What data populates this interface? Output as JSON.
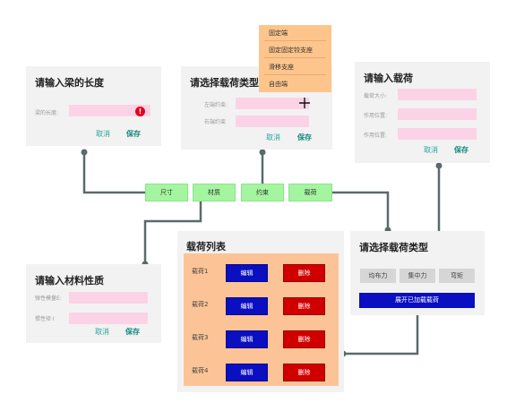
{
  "beam_length": {
    "title": "请输入梁的长度",
    "label": "梁的长度:",
    "error_mark": "!",
    "cancel": "取消",
    "save": "保存"
  },
  "load_type_select": {
    "title": "请选择载荷类型",
    "left_label": "左端约束:",
    "right_label": "右端约束",
    "cancel": "取消",
    "save": "保存"
  },
  "support_dropdown": {
    "options": [
      "固定端",
      "固定固定铰支座",
      "滑移支座",
      "自由端"
    ]
  },
  "load_input": {
    "title": "请输入载荷",
    "labels": [
      "载荷大小:",
      "作用位置:",
      "作用位置:"
    ],
    "cancel": "取消",
    "save": "保存"
  },
  "tabs": [
    "尺寸",
    "材质",
    "约束",
    "载荷"
  ],
  "material": {
    "title": "请输入材料性质",
    "labels": [
      "弹性模量E:",
      "惯性矩 I"
    ],
    "cancel": "取消",
    "save": "保存"
  },
  "load_list": {
    "title": "载荷列表",
    "rows": [
      {
        "label": "载荷1",
        "edit": "编辑",
        "delete": "删除"
      },
      {
        "label": "载荷2",
        "edit": "编辑",
        "delete": "删除"
      },
      {
        "label": "载荷3",
        "edit": "编辑",
        "delete": "删除"
      },
      {
        "label": "载荷4",
        "edit": "编辑",
        "delete": "删除"
      }
    ]
  },
  "load_type": {
    "title": "请选择载荷类型",
    "options": [
      "均布力",
      "集中力",
      "弯矩"
    ],
    "show_added": "展开已加载载荷"
  },
  "colors": {
    "panel_bg": "#f2f2f2",
    "input_pink": "#fcd3e6",
    "tab_green": "#a4f59f",
    "dropdown_orange": "#fdc58c",
    "list_orange": "#fcc496",
    "edit_blue": "#0a0fc1",
    "delete_red": "#d10000",
    "link_teal": "#2aa59a",
    "connector": "#5a6a6a"
  }
}
